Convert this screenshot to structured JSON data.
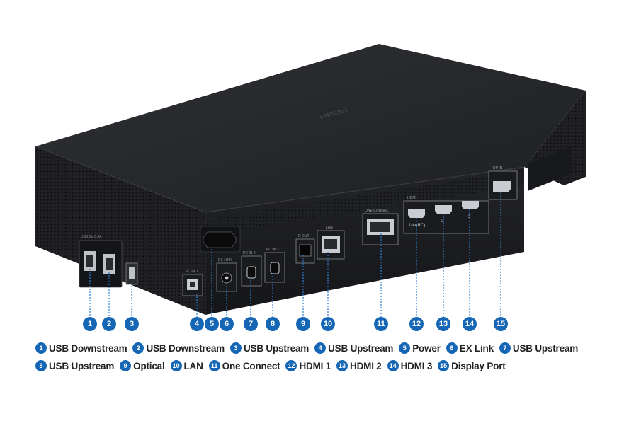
{
  "device": {
    "brand": "SAMSUNG",
    "port_labels": {
      "usb_group": "USB 5V 0.5A",
      "pc_in_1": "PC IN 1",
      "ex_link": "EX-LINK",
      "pc_in_2": "PC IN 2",
      "pc_in_3": "PC IN 3",
      "optical": "D OUT",
      "lan": "LAN",
      "one_connect": "ONE CONNECT",
      "hdmi": "HDMI",
      "arc": "1(eARC)",
      "hdmi2_num": "2",
      "hdmi3_num": "3",
      "dp": "DP IN"
    }
  },
  "callouts": [
    "1",
    "2",
    "3",
    "4",
    "5",
    "6",
    "7",
    "8",
    "9",
    "10",
    "11",
    "12",
    "13",
    "14",
    "15"
  ],
  "legend": {
    "row1": [
      {
        "num": "1",
        "label": "USB Downstream"
      },
      {
        "num": "2",
        "label": "USB Downstream"
      },
      {
        "num": "3",
        "label": "USB Upstream"
      },
      {
        "num": "4",
        "label": "USB Upstream"
      },
      {
        "num": "5",
        "label": "Power"
      },
      {
        "num": "6",
        "label": "EX Link"
      },
      {
        "num": "7",
        "label": "USB Upstream"
      }
    ],
    "row2": [
      {
        "num": "8",
        "label": "USB Upstream"
      },
      {
        "num": "9",
        "label": "Optical"
      },
      {
        "num": "10",
        "label": "LAN"
      },
      {
        "num": "11",
        "label": "One Connect"
      },
      {
        "num": "12",
        "label": "HDMI 1"
      },
      {
        "num": "13",
        "label": "HDMI 2"
      },
      {
        "num": "14",
        "label": "HDMI 3"
      },
      {
        "num": "15",
        "label": "Display Port"
      }
    ]
  },
  "colors": {
    "badge": "#1566b5",
    "leader": "#2a7fd4",
    "body": "#1c1d20",
    "top": "#26282c"
  }
}
